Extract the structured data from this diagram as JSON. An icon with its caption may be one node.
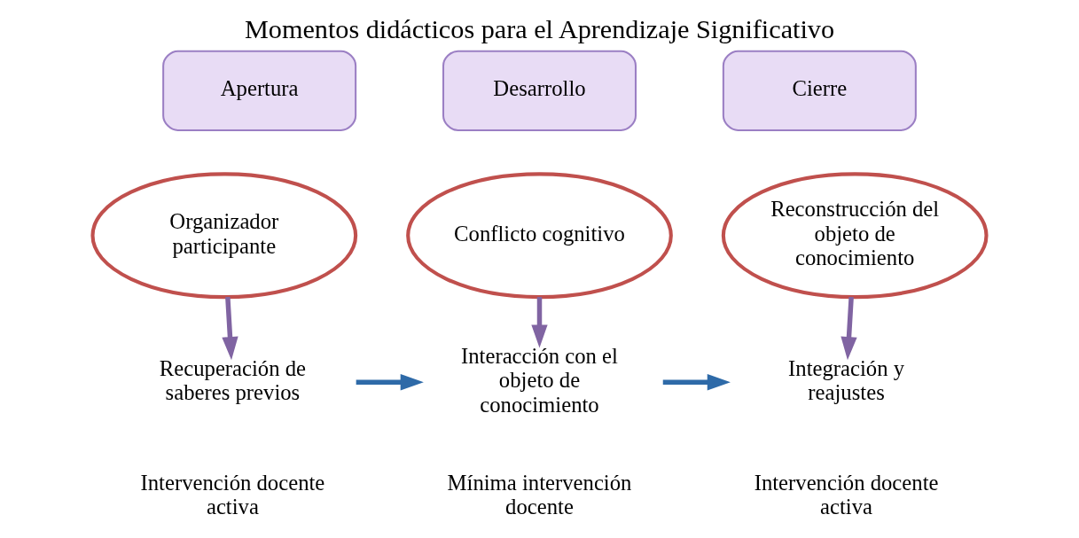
{
  "diagram": {
    "title": "Momentos didácticos para el Aprendizaje Significativo",
    "nodes": [
      {
        "text": [
          "Apertura"
        ]
      },
      {
        "text": [
          "Desarrollo"
        ]
      },
      {
        "text": [
          "Cierre"
        ]
      },
      {
        "text": [
          "Organizador participante"
        ]
      },
      {
        "text": [
          "Conflicto cognitivo"
        ]
      },
      {
        "text": [
          "Reconstrucción del objeto de conocimiento"
        ]
      },
      {
        "text": [
          "Recuperación de saberes previos"
        ]
      },
      {
        "text": [
          "Interacción con el objeto de conocimiento"
        ]
      },
      {
        "text": [
          "Integración y reajustes"
        ]
      }
    ],
    "edges": [
      {
        "from": 3,
        "to": 6,
        "arrow": "to"
      },
      {
        "from": 6,
        "to": 7,
        "arrow": "to",
        "color": "#2e6aa8"
      },
      {
        "from": 4,
        "to": 7,
        "arrow": "to"
      },
      {
        "from": 7,
        "to": 8,
        "arrow": "to",
        "color": "#2e6aa8"
      },
      {
        "from": 5,
        "to": 8,
        "arrow": "to"
      }
    ],
    "labels": [
      "Intervención docente activa",
      "Mínima intervención docente",
      "Intervención docente activa"
    ]
  }
}
